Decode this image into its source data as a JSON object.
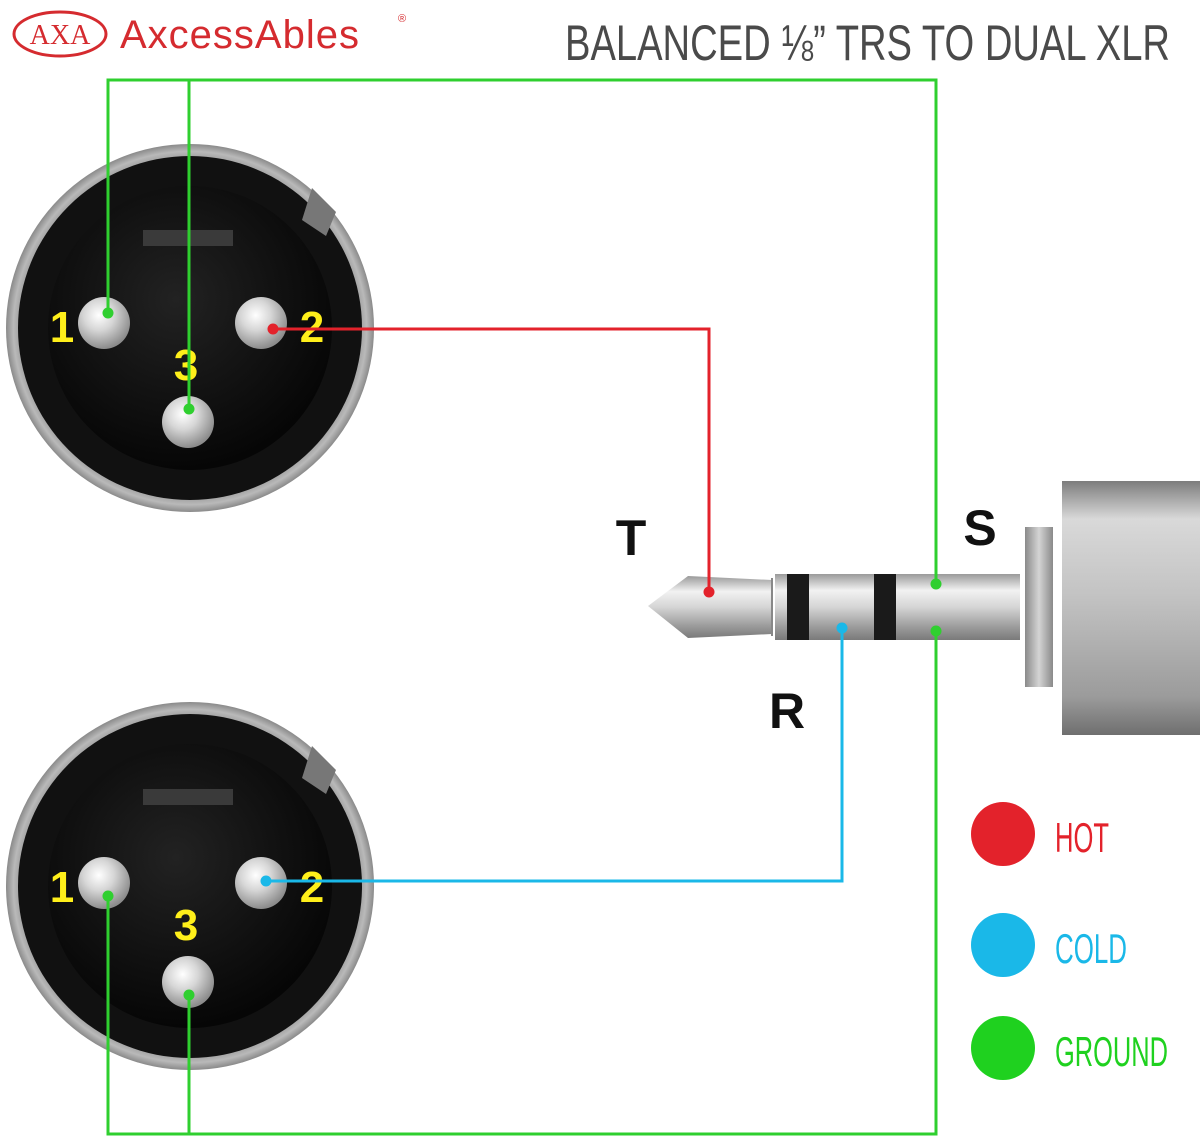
{
  "brand": {
    "logo_mark": "AXA",
    "name": "AxcessAbles",
    "registered": "®",
    "color": "#d52b2f"
  },
  "title": "BALANCED ⅛” TRS TO DUAL XLR",
  "xlr_top": {
    "pin1": "1",
    "pin2": "2",
    "pin3": "3"
  },
  "xlr_bottom": {
    "pin1": "1",
    "pin2": "2",
    "pin3": "3"
  },
  "trs": {
    "tip_label": "T",
    "ring_label": "R",
    "sleeve_label": "S"
  },
  "legend": [
    {
      "label": "HOT",
      "color": "#e3222b"
    },
    {
      "label": "COLD",
      "color": "#1ab8e8"
    },
    {
      "label": "GROUND",
      "color": "#1fd11f"
    }
  ],
  "colors": {
    "hot": "#e3222b",
    "cold": "#1ab8e8",
    "ground": "#2fcf2f",
    "pin_label": "#ffef1a",
    "title": "#4a4a4a"
  }
}
